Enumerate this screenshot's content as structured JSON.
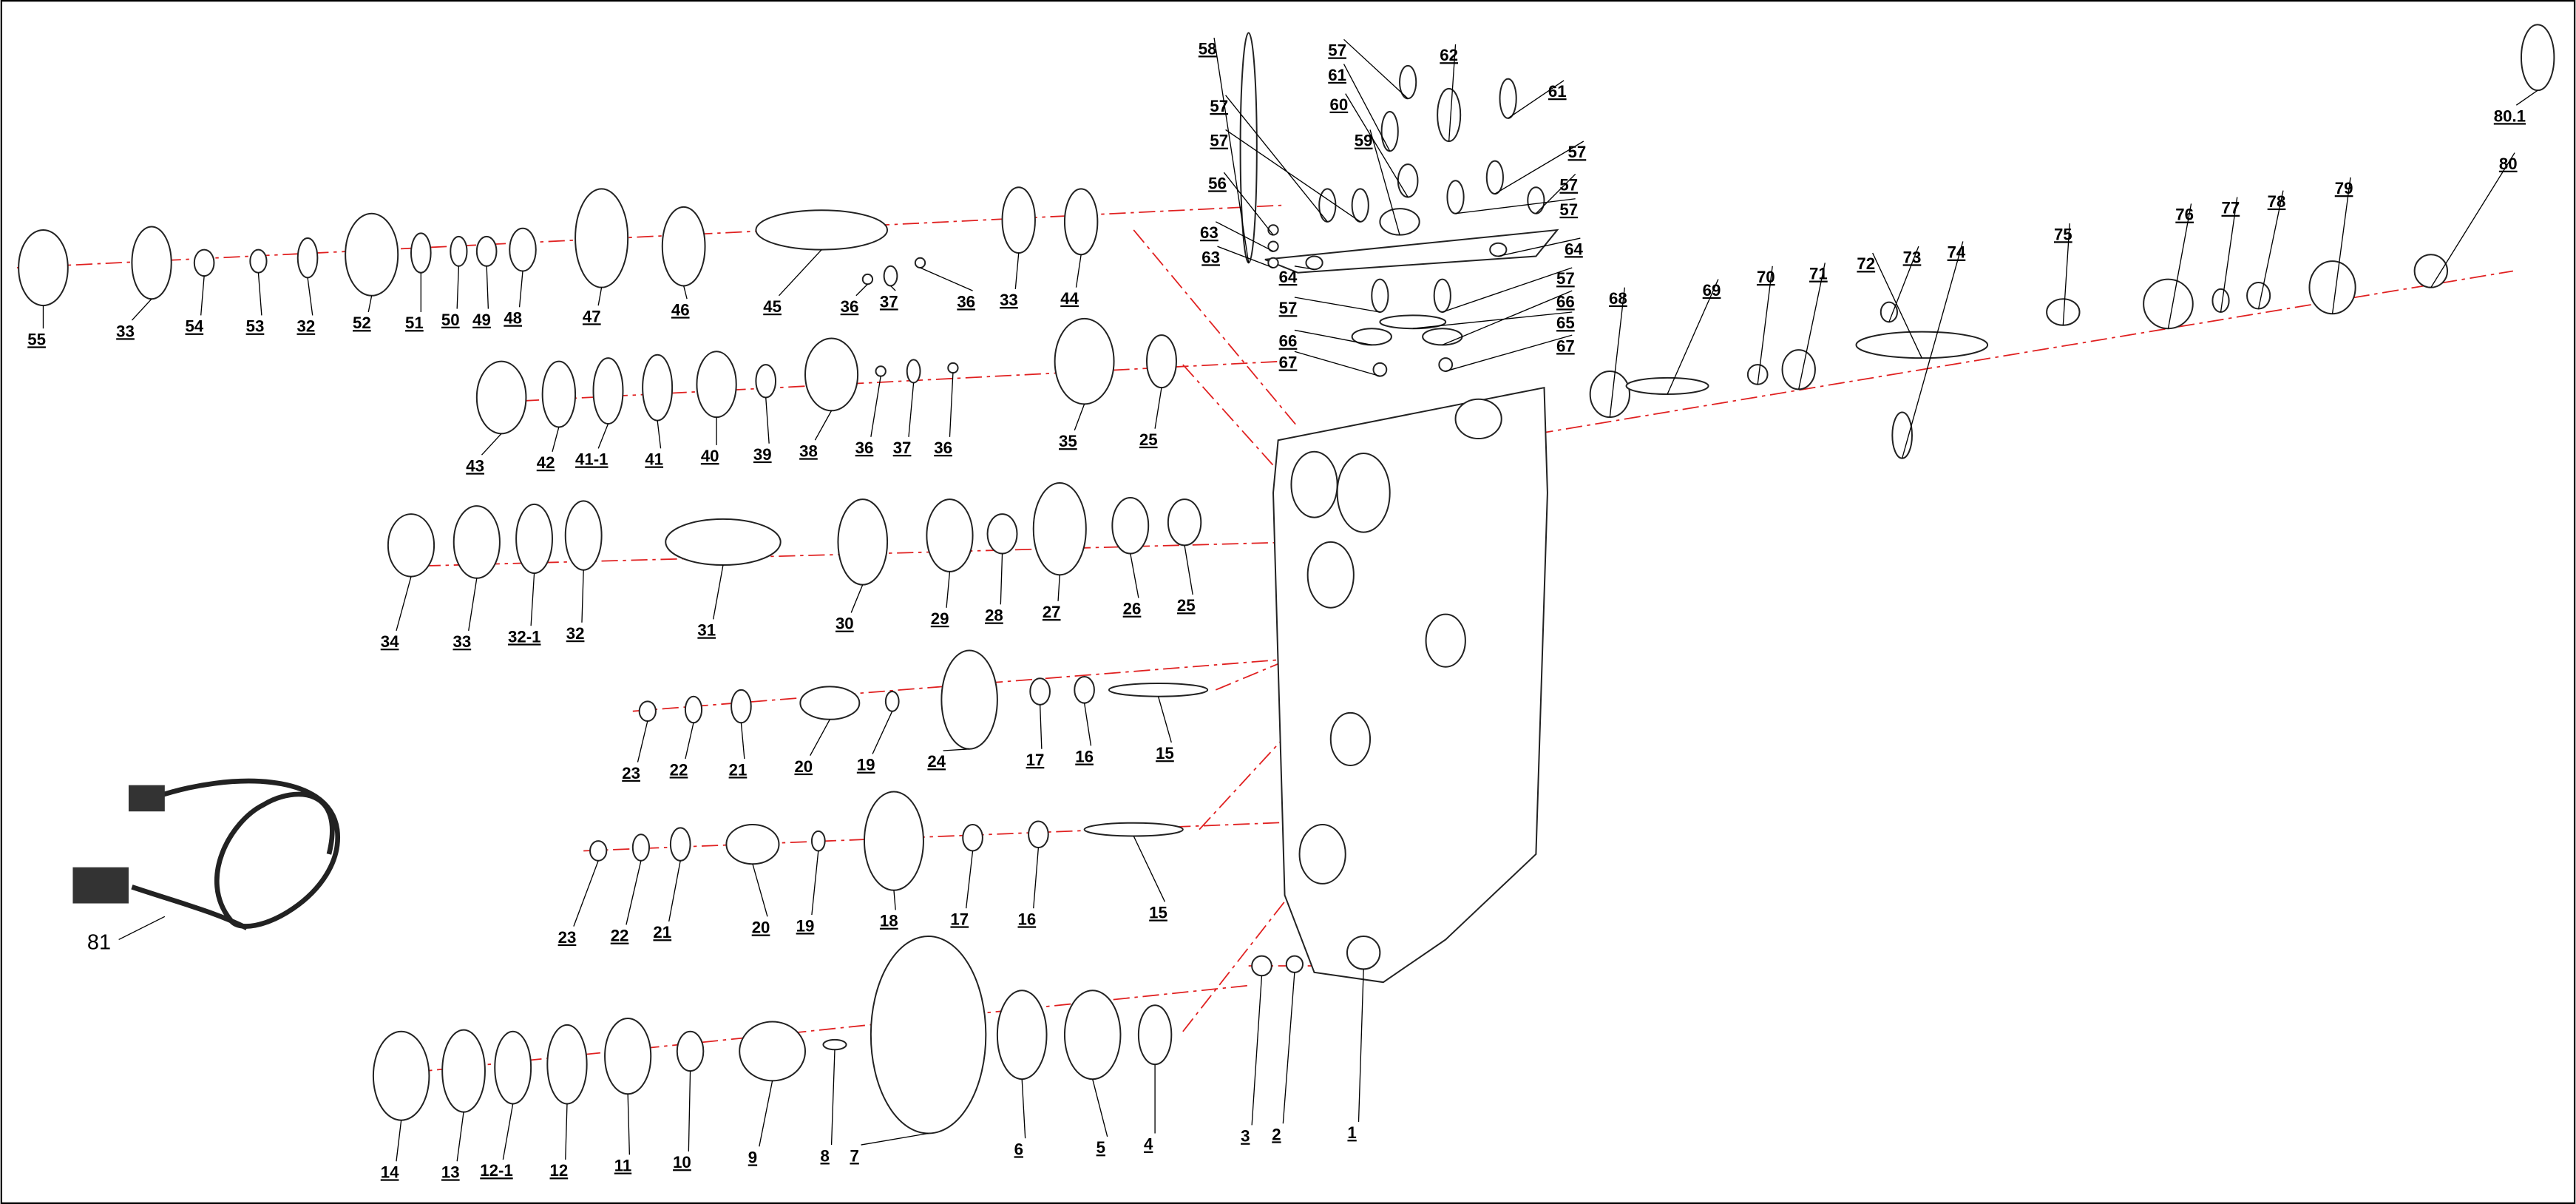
{
  "diagram": {
    "title": "Gearbox exploded parts diagram",
    "labels": [
      "55",
      "33",
      "54",
      "53",
      "32",
      "52",
      "51",
      "50",
      "49",
      "48",
      "47",
      "46",
      "45",
      "36",
      "37",
      "36",
      "33",
      "44",
      "43",
      "42",
      "41-1",
      "41",
      "40",
      "39",
      "38",
      "36",
      "37",
      "36",
      "35",
      "25",
      "34",
      "33",
      "32-1",
      "32",
      "31",
      "30",
      "29",
      "28",
      "27",
      "26",
      "25",
      "23",
      "22",
      "21",
      "20",
      "19",
      "24",
      "17",
      "16",
      "15",
      "23",
      "22",
      "21",
      "20",
      "19",
      "18",
      "17",
      "16",
      "15",
      "14",
      "13",
      "12-1",
      "12",
      "11",
      "10",
      "9",
      "8",
      "7",
      "6",
      "5",
      "4",
      "3",
      "2",
      "1",
      "58",
      "57",
      "62",
      "61",
      "61",
      "60",
      "57",
      "59",
      "57",
      "57",
      "57",
      "56",
      "57",
      "63",
      "63",
      "64",
      "64",
      "57",
      "57",
      "66",
      "66",
      "65",
      "67",
      "67",
      "68",
      "69",
      "70",
      "71",
      "72",
      "73",
      "74",
      "75",
      "76",
      "77",
      "78",
      "79",
      "80",
      "80.1",
      "81"
    ],
    "accent_color": "#e02020"
  }
}
